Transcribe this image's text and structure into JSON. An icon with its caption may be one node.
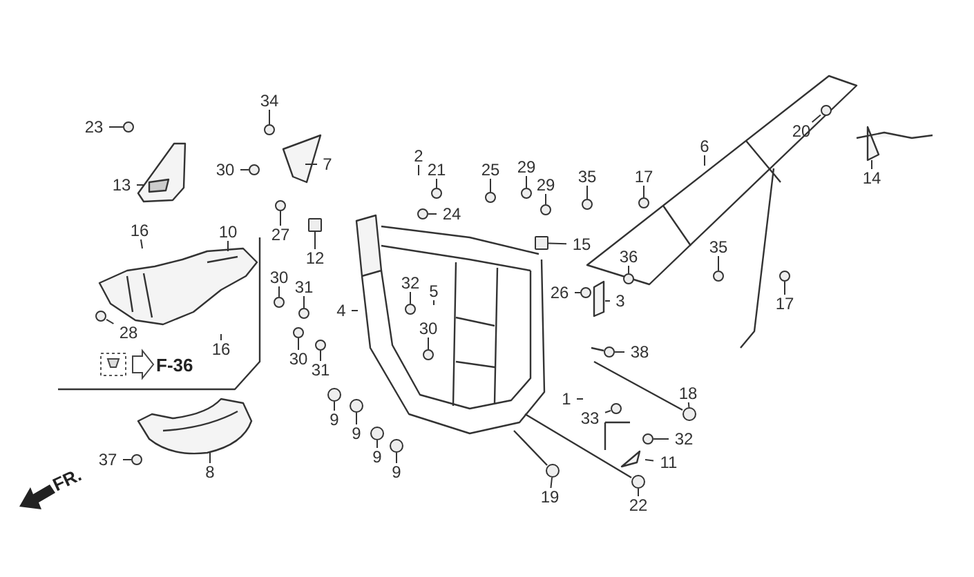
{
  "diagram": {
    "nodes": [
      {
        "text": [
          "23"
        ]
      },
      {
        "text": [
          "13"
        ]
      },
      {
        "text": [
          "34"
        ]
      },
      {
        "text": [
          "7"
        ]
      },
      {
        "text": [
          "30"
        ]
      },
      {
        "text": [
          "27"
        ]
      },
      {
        "text": [
          "12"
        ]
      },
      {
        "text": [
          "16"
        ]
      },
      {
        "text": [
          "10"
        ]
      },
      {
        "text": [
          "2"
        ]
      },
      {
        "text": [
          "21"
        ]
      },
      {
        "text": [
          "25"
        ]
      },
      {
        "text": [
          "29"
        ]
      },
      {
        "text": [
          "29"
        ]
      },
      {
        "text": [
          "24"
        ]
      },
      {
        "text": [
          "35"
        ]
      },
      {
        "text": [
          "17"
        ]
      },
      {
        "text": [
          "6"
        ]
      },
      {
        "text": [
          "20"
        ]
      },
      {
        "text": [
          "14"
        ]
      },
      {
        "text": [
          "15"
        ]
      },
      {
        "text": [
          "36"
        ]
      },
      {
        "text": [
          "26"
        ]
      },
      {
        "text": [
          "3"
        ]
      },
      {
        "text": [
          "35"
        ]
      },
      {
        "text": [
          "17"
        ]
      },
      {
        "text": [
          "30"
        ]
      },
      {
        "text": [
          "31"
        ]
      },
      {
        "text": [
          "30"
        ]
      },
      {
        "text": [
          "31"
        ]
      },
      {
        "text": [
          "32"
        ]
      },
      {
        "text": [
          "5"
        ]
      },
      {
        "text": [
          "4"
        ]
      },
      {
        "text": [
          "30"
        ]
      },
      {
        "text": [
          "28"
        ]
      },
      {
        "text": [
          "16"
        ]
      },
      {
        "text": [
          "38"
        ]
      },
      {
        "text": [
          "18"
        ]
      },
      {
        "text": [
          "1"
        ]
      },
      {
        "text": [
          "33"
        ]
      },
      {
        "text": [
          "32"
        ]
      },
      {
        "text": [
          "11"
        ]
      },
      {
        "text": [
          "9"
        ]
      },
      {
        "text": [
          "9"
        ]
      },
      {
        "text": [
          "9"
        ]
      },
      {
        "text": [
          "9"
        ]
      },
      {
        "text": [
          "19"
        ]
      },
      {
        "text": [
          "22"
        ]
      },
      {
        "text": [
          "37"
        ]
      },
      {
        "text": [
          "8"
        ]
      },
      {
        "text": [],
        "shape": "circle"
      },
      {
        "text": [],
        "shape": "circle"
      },
      {
        "text": [],
        "shape": "circle"
      },
      {
        "text": [],
        "shape": "circle"
      },
      {
        "text": [],
        "shape": "circle"
      },
      {
        "text": [],
        "shape": "circle"
      },
      {
        "text": [],
        "shape": "circle"
      },
      {
        "text": [],
        "shape": "circle"
      },
      {
        "text": [],
        "shape": "circle"
      },
      {
        "text": [],
        "shape": "circle"
      },
      {
        "text": [],
        "shape": "circle"
      },
      {
        "text": [],
        "shape": "circle"
      },
      {
        "text": [],
        "shape": "circle"
      },
      {
        "text": [],
        "shape": "circle"
      },
      {
        "text": [],
        "shape": "circle"
      },
      {
        "text": [],
        "shape": "circle"
      },
      {
        "text": [],
        "shape": "circle"
      },
      {
        "text": [],
        "shape": "circle"
      },
      {
        "text": [],
        "shape": "circle"
      },
      {
        "text": [],
        "shape": "circle"
      },
      {
        "text": [],
        "shape": "circle"
      },
      {
        "text": [],
        "shape": "circle"
      },
      {
        "text": [],
        "shape": "circle"
      },
      {
        "text": [],
        "shape": "circle"
      },
      {
        "text": [],
        "shape": "circle"
      },
      {
        "text": [],
        "shape": "circle"
      },
      {
        "text": [],
        "shape": "circle"
      },
      {
        "text": [],
        "shape": "circle"
      },
      {
        "text": [],
        "shape": "circle"
      },
      {
        "text": [],
        "shape": "circle"
      },
      {
        "text": [],
        "shape": "circle"
      },
      {
        "text": [],
        "shape": "circle"
      },
      {
        "text": [],
        "shape": "circle"
      },
      {
        "text": [],
        "shape": "circle"
      },
      {
        "text": [],
        "shape": "box"
      },
      {
        "text": [],
        "shape": "box"
      }
    ],
    "edges": [
      {
        "from": 0,
        "to": 51,
        "arrow": "none"
      },
      {
        "from": 1,
        "to": null,
        "arrow": "none"
      },
      {
        "from": 2,
        "to": 53,
        "arrow": "none"
      },
      {
        "from": 3,
        "to": null,
        "arrow": "none"
      },
      {
        "from": 4,
        "to": 52,
        "arrow": "none"
      },
      {
        "from": 5,
        "to": 55,
        "arrow": "none"
      },
      {
        "from": 6,
        "to": 84,
        "arrow": "none"
      },
      {
        "from": 7,
        "to": null,
        "arrow": "none"
      },
      {
        "from": 8,
        "to": null,
        "arrow": "none"
      },
      {
        "from": 9,
        "to": null,
        "arrow": "none"
      },
      {
        "from": 10,
        "to": 66,
        "arrow": "none"
      },
      {
        "from": 11,
        "to": 67,
        "arrow": "none"
      },
      {
        "from": 12,
        "to": 68,
        "arrow": "none"
      },
      {
        "from": 13,
        "to": 69,
        "arrow": "none"
      },
      {
        "from": 14,
        "to": 64,
        "arrow": "none"
      },
      {
        "from": 15,
        "to": 72,
        "arrow": "none"
      },
      {
        "from": 16,
        "to": 77,
        "arrow": "none"
      },
      {
        "from": 17,
        "to": null,
        "arrow": "none"
      },
      {
        "from": 18,
        "to": 82,
        "arrow": "none"
      },
      {
        "from": 19,
        "to": null,
        "arrow": "none"
      },
      {
        "from": 20,
        "to": 85,
        "arrow": "none"
      },
      {
        "from": 21,
        "to": 75,
        "arrow": "none"
      },
      {
        "from": 22,
        "to": 71,
        "arrow": "none"
      },
      {
        "from": 23,
        "to": null,
        "arrow": "none"
      },
      {
        "from": 24,
        "to": 80,
        "arrow": "none"
      },
      {
        "from": 25,
        "to": 81,
        "arrow": "none"
      },
      {
        "from": 26,
        "to": 54,
        "arrow": "none"
      },
      {
        "from": 27,
        "to": 57,
        "arrow": "none"
      },
      {
        "from": 28,
        "to": 56,
        "arrow": "none"
      },
      {
        "from": 29,
        "to": 58,
        "arrow": "none"
      },
      {
        "from": 30,
        "to": 63,
        "arrow": "none"
      },
      {
        "from": 31,
        "to": null,
        "arrow": "none"
      },
      {
        "from": 32,
        "to": null,
        "arrow": "none"
      },
      {
        "from": 33,
        "to": 65,
        "arrow": "none"
      },
      {
        "from": 34,
        "to": 50,
        "arrow": "none"
      },
      {
        "from": 35,
        "to": null,
        "arrow": "none"
      },
      {
        "from": 36,
        "to": 73,
        "arrow": "none"
      },
      {
        "from": 37,
        "to": 79,
        "arrow": "none"
      },
      {
        "from": 38,
        "to": null,
        "arrow": "none"
      },
      {
        "from": 39,
        "to": 74,
        "arrow": "none"
      },
      {
        "from": 40,
        "to": 78,
        "arrow": "none"
      },
      {
        "from": 41,
        "to": null,
        "arrow": "none"
      },
      {
        "from": 42,
        "to": 59,
        "arrow": "none"
      },
      {
        "from": 43,
        "to": 60,
        "arrow": "none"
      },
      {
        "from": 44,
        "to": 61,
        "arrow": "none"
      },
      {
        "from": 45,
        "to": 62,
        "arrow": "none"
      },
      {
        "from": 46,
        "to": 70,
        "arrow": "none"
      },
      {
        "from": 47,
        "to": 76,
        "arrow": "none"
      },
      {
        "from": 48,
        "to": 83,
        "arrow": "none"
      },
      {
        "from": 49,
        "to": null,
        "arrow": "none"
      }
    ],
    "labels": [
      "F-36",
      "FR."
    ]
  }
}
